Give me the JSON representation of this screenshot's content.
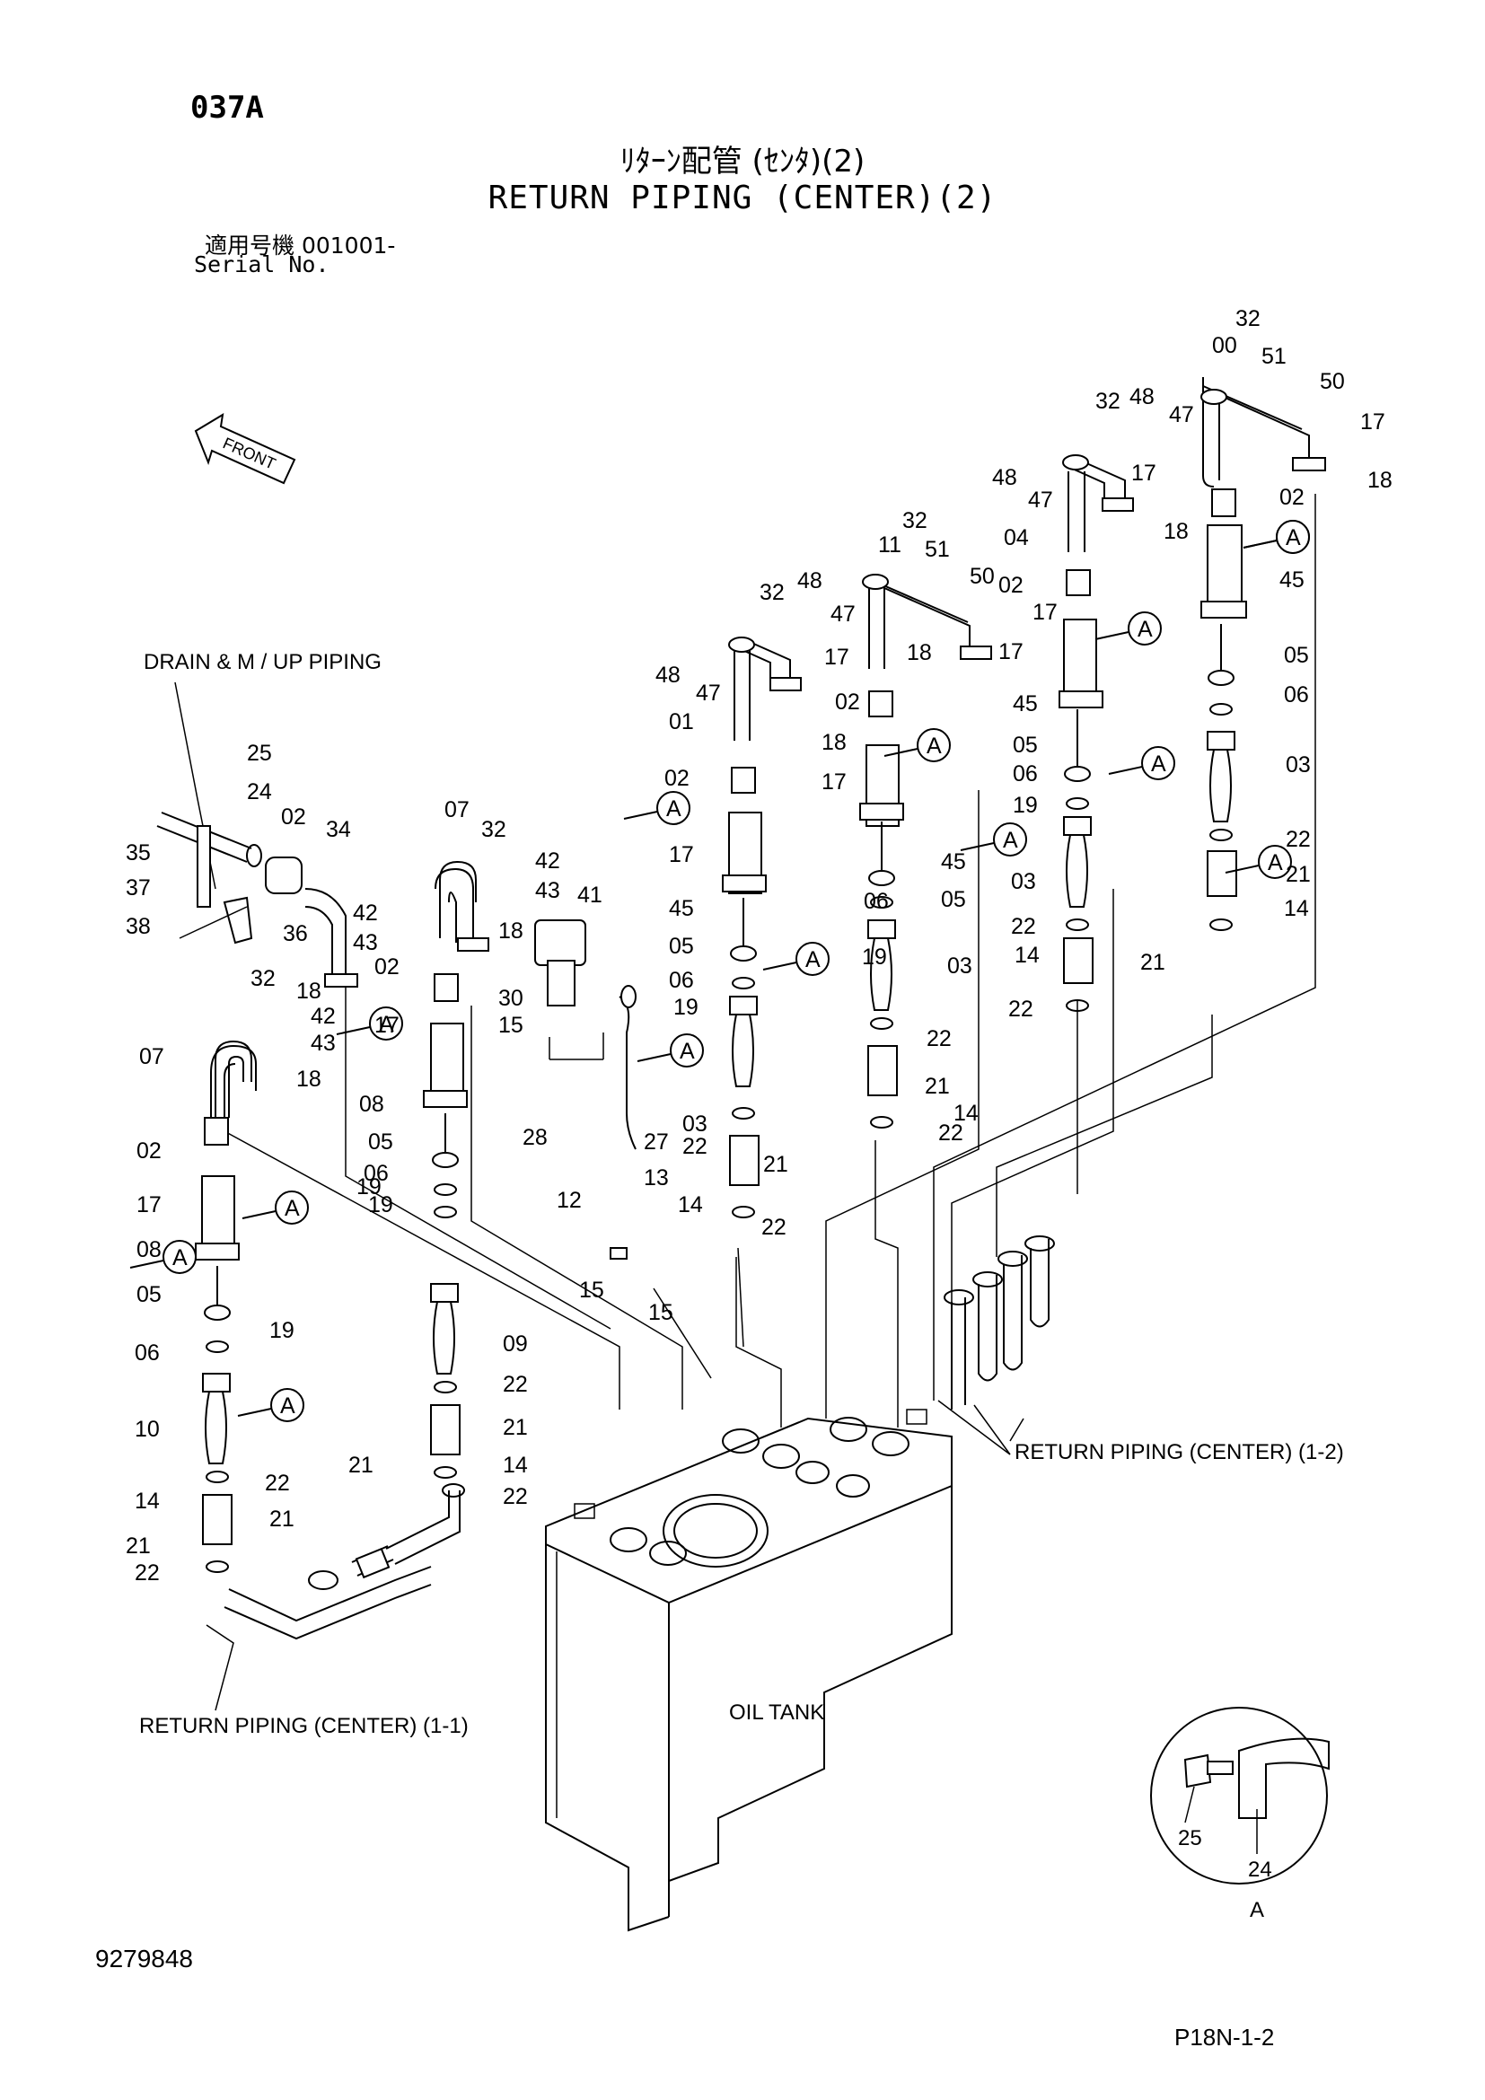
{
  "page_code": "037A",
  "title_jp": "ﾘﾀｰﾝ配管 (ｾﾝﾀ)(2)",
  "title_en": "RETURN PIPING (CENTER)(2)",
  "serial_jp": "適用号機  001001-",
  "serial_en": "Serial No.",
  "doc_number": "9279848",
  "page_ref": "P18N-1-2",
  "front_label": "FRONT",
  "sub_labels": {
    "drain": "DRAIN & M / UP PIPING",
    "oil_tank": "OIL TANK",
    "return_1_1": "RETURN  PIPING (CENTER) (1-1)",
    "return_1_2": "RETURN  PIPING (CENTER) (1-2)",
    "detail": "A",
    "detail_25": "25",
    "detail_24": "24"
  },
  "callouts": [
    {
      "id": "c-1",
      "text": "A"
    },
    {
      "id": "c-2",
      "text": "A"
    },
    {
      "id": "c-3",
      "text": "A"
    },
    {
      "id": "c-4",
      "text": "A"
    },
    {
      "id": "c-5",
      "text": "A"
    },
    {
      "id": "c-6",
      "text": "A"
    },
    {
      "id": "c-7",
      "text": "A"
    },
    {
      "id": "c-8",
      "text": "A"
    },
    {
      "id": "c-9",
      "text": "A"
    },
    {
      "id": "c-10",
      "text": "A"
    },
    {
      "id": "c-11",
      "text": "A"
    },
    {
      "id": "c-12",
      "text": "A"
    },
    {
      "id": "c-13",
      "text": "A"
    },
    {
      "id": "c-14",
      "text": "A"
    }
  ],
  "part_labels": [
    "32",
    "00",
    "51",
    "50",
    "48",
    "47",
    "17",
    "02",
    "18",
    "45",
    "05",
    "06",
    "03",
    "22",
    "21",
    "14",
    "32",
    "48",
    "47",
    "17",
    "04",
    "18",
    "02",
    "17",
    "45",
    "05",
    "06",
    "19",
    "03",
    "22",
    "14",
    "21",
    "22",
    "32",
    "11",
    "51",
    "50",
    "48",
    "47",
    "17",
    "18",
    "02",
    "17",
    "45",
    "05",
    "06",
    "19",
    "03",
    "22",
    "21",
    "14",
    "22",
    "32",
    "48",
    "47",
    "17",
    "01",
    "18",
    "02",
    "17",
    "45",
    "05",
    "06",
    "19",
    "03",
    "22",
    "14",
    "21",
    "22",
    "25",
    "24",
    "02",
    "34",
    "35",
    "37",
    "38",
    "36",
    "42",
    "43",
    "18",
    "07",
    "32",
    "42",
    "43",
    "18",
    "41",
    "30",
    "15",
    "02",
    "17",
    "08",
    "05",
    "06",
    "19",
    "32",
    "42",
    "43",
    "07",
    "18",
    "02",
    "17",
    "08",
    "05",
    "19",
    "06",
    "10",
    "22",
    "14",
    "21",
    "21",
    "22",
    "28",
    "27",
    "13",
    "12",
    "15",
    "15",
    "09",
    "22",
    "21",
    "21",
    "14",
    "22",
    "19"
  ]
}
